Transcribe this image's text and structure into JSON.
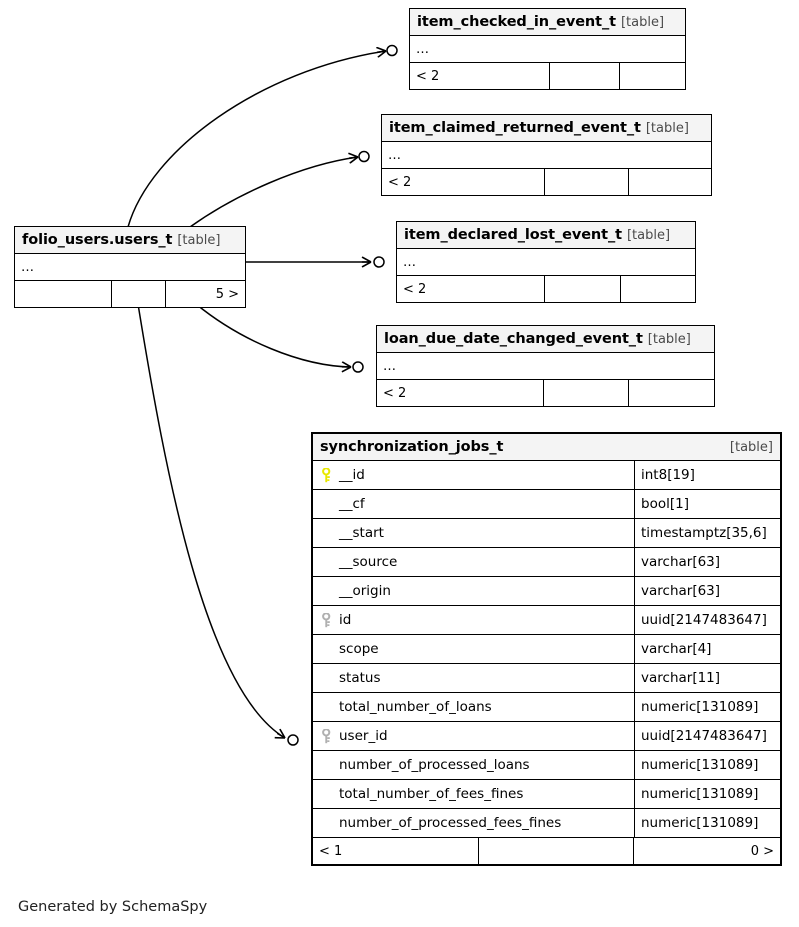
{
  "diagram": {
    "generator_caption": "Generated by SchemaSpy",
    "type_tag": "[table]",
    "ellipsis": "…",
    "colors": {
      "primary_key_icon": "#e8e800",
      "foreign_key_icon": "#b0b0b0",
      "title_background": "#f4f4f4",
      "border": "#000000",
      "canvas": "#ffffff"
    }
  },
  "tables": {
    "users": {
      "name": "folio_users.users_t",
      "type": "[table]",
      "body_row": "…",
      "footer": [
        "",
        "",
        "5 >"
      ]
    },
    "item_checked_in": {
      "name": "item_checked_in_event_t",
      "type": "[table]",
      "body_row": "…",
      "footer": [
        "< 2",
        "",
        ""
      ]
    },
    "item_claimed_returned": {
      "name": "item_claimed_returned_event_t",
      "type": "[table]",
      "body_row": "…",
      "footer": [
        "< 2",
        "",
        ""
      ]
    },
    "item_declared_lost": {
      "name": "item_declared_lost_event_t",
      "type": "[table]",
      "body_row": "…",
      "footer": [
        "< 2",
        "",
        ""
      ]
    },
    "loan_due_date_changed": {
      "name": "loan_due_date_changed_event_t",
      "type": "[table]",
      "body_row": "…",
      "footer": [
        "< 2",
        "",
        ""
      ]
    },
    "synchronization_jobs": {
      "name": "synchronization_jobs_t",
      "type": "[table]",
      "columns": [
        {
          "key": "primary",
          "icon": "key-icon",
          "name": "__id",
          "datatype": "int8[19]"
        },
        {
          "key": "none",
          "icon": "",
          "name": "__cf",
          "datatype": "bool[1]"
        },
        {
          "key": "none",
          "icon": "",
          "name": "__start",
          "datatype": "timestamptz[35,6]"
        },
        {
          "key": "none",
          "icon": "",
          "name": "__source",
          "datatype": "varchar[63]"
        },
        {
          "key": "none",
          "icon": "",
          "name": "__origin",
          "datatype": "varchar[63]"
        },
        {
          "key": "indexed",
          "icon": "key-icon",
          "name": "id",
          "datatype": "uuid[2147483647]"
        },
        {
          "key": "none",
          "icon": "",
          "name": "scope",
          "datatype": "varchar[4]"
        },
        {
          "key": "none",
          "icon": "",
          "name": "status",
          "datatype": "varchar[11]"
        },
        {
          "key": "none",
          "icon": "",
          "name": "total_number_of_loans",
          "datatype": "numeric[131089]"
        },
        {
          "key": "indexed",
          "icon": "key-icon",
          "name": "user_id",
          "datatype": "uuid[2147483647]"
        },
        {
          "key": "none",
          "icon": "",
          "name": "number_of_processed_loans",
          "datatype": "numeric[131089]"
        },
        {
          "key": "none",
          "icon": "",
          "name": "total_number_of_fees_fines",
          "datatype": "numeric[131089]"
        },
        {
          "key": "none",
          "icon": "",
          "name": "number_of_processed_fees_fines",
          "datatype": "numeric[131089]"
        }
      ],
      "footer": [
        "< 1",
        "",
        "0 >"
      ]
    }
  },
  "relationships": [
    {
      "from": "folio_users.users_t",
      "to": "item_checked_in_event_t",
      "style": "curve"
    },
    {
      "from": "folio_users.users_t",
      "to": "item_claimed_returned_event_t",
      "style": "curve"
    },
    {
      "from": "folio_users.users_t",
      "to": "item_declared_lost_event_t",
      "style": "straight"
    },
    {
      "from": "folio_users.users_t",
      "to": "loan_due_date_changed_event_t",
      "style": "curve"
    },
    {
      "from": "folio_users.users_t",
      "to": "synchronization_jobs_t",
      "style": "curve"
    }
  ]
}
